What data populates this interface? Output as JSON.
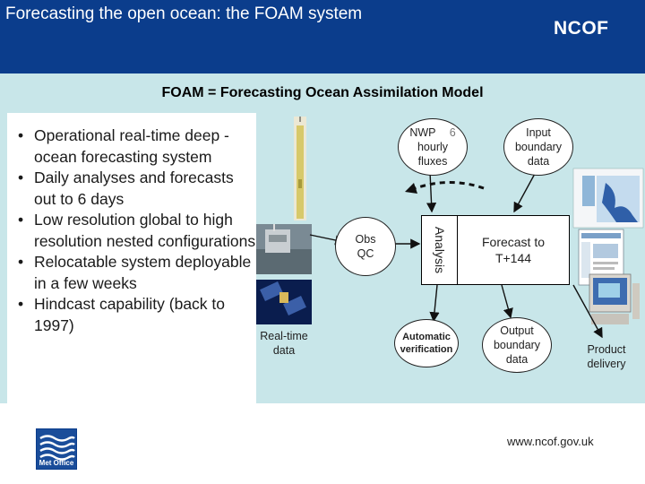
{
  "header": {
    "title": "Forecasting the open ocean: the FOAM system",
    "logo_text": "NCOF"
  },
  "subtitle": "FOAM = Forecasting Ocean Assimilation Model",
  "bullets": [
    "Operational real-time deep -ocean forecasting system",
    "Daily analyses and forecasts out to 6 days",
    "Low resolution global to high resolution nested configurations",
    "Relocatable system deployable in a few weeks",
    "Hindcast capability (back to 1997)"
  ],
  "diagram": {
    "nwp_line1": "NWP",
    "nwp_extra": "6",
    "nwp_line2": "hourly",
    "nwp_line3": "fluxes",
    "input_line1": "Input",
    "input_line2": "boundary",
    "input_line3": "data",
    "obs_line1": "Obs",
    "obs_line2": "QC",
    "analysis": "Analysis",
    "forecast_line1": "Forecast to",
    "forecast_line2": "T+144",
    "realtime_line1": "Real-time",
    "realtime_line2": "data",
    "verification_line1": "Automatic",
    "verification_line2": "verification",
    "output_line1": "Output",
    "output_line2": "boundary",
    "output_line3": "data",
    "product_line1": "Product",
    "product_line2": "delivery"
  },
  "footer": {
    "url": "www.ncof.gov.uk",
    "metoffice_logo_text": "Met Office"
  },
  "colors": {
    "header_bg": "#0b3d8c",
    "band_bg": "#c8e6e9"
  }
}
